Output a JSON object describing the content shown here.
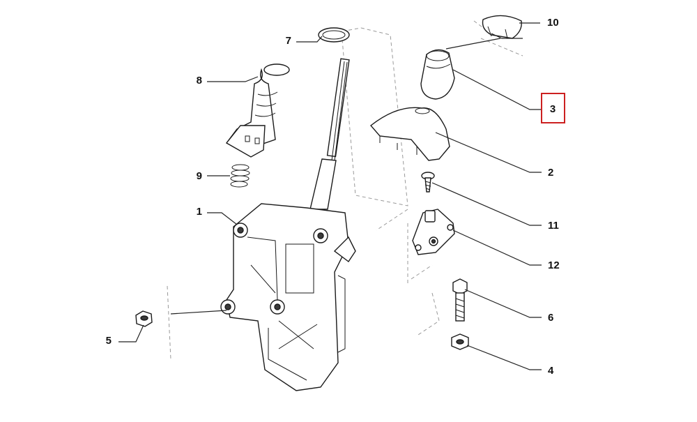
{
  "diagram": {
    "callouts": [
      {
        "id": "7",
        "label": "7"
      },
      {
        "id": "8",
        "label": "8"
      },
      {
        "id": "9",
        "label": "9"
      },
      {
        "id": "1",
        "label": "1"
      },
      {
        "id": "5",
        "label": "5"
      },
      {
        "id": "10",
        "label": "10"
      },
      {
        "id": "3",
        "label": "3"
      },
      {
        "id": "2",
        "label": "2"
      },
      {
        "id": "11",
        "label": "11"
      },
      {
        "id": "12",
        "label": "12"
      },
      {
        "id": "6",
        "label": "6"
      },
      {
        "id": "4",
        "label": "4"
      }
    ],
    "highlighted_callout": "3",
    "highlight_color": "#cc2020"
  }
}
